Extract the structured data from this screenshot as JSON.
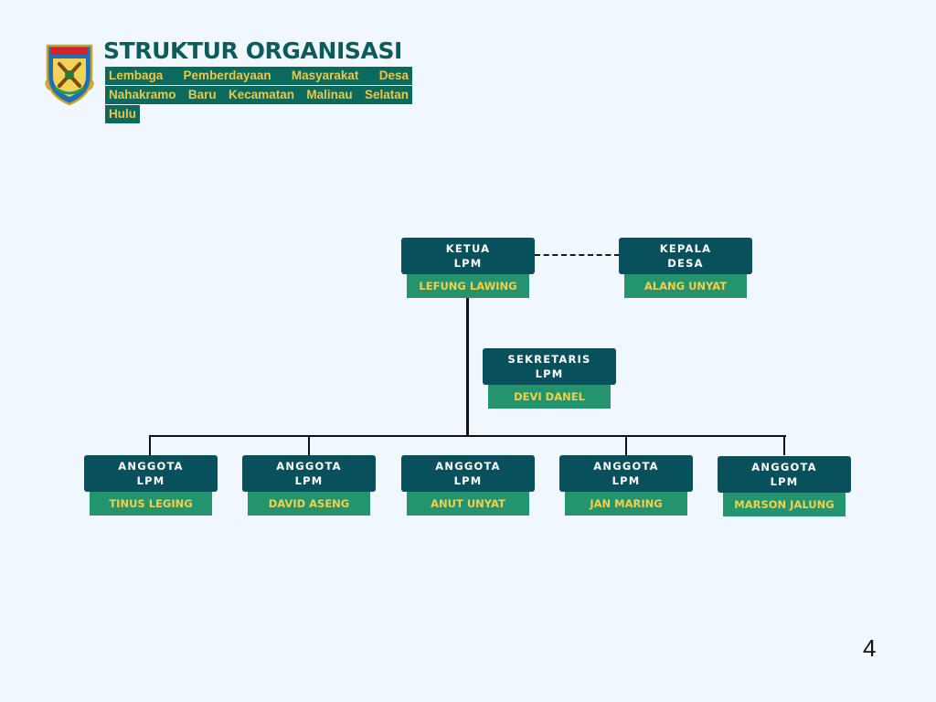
{
  "header": {
    "title": "STRUKTUR ORGANISASI",
    "subtitle_lines": [
      "Lembaga Pemberdayaan Masyarakat Desa",
      "Nahakramo Baru Kecamatan Malinau Selatan",
      "Hulu"
    ],
    "logo_icon": "regency-coat-of-arms-icon"
  },
  "org_chart": {
    "ketua": {
      "role": [
        "KETUA",
        "LPM"
      ],
      "name": "LEFUNG LAWING"
    },
    "kepala_desa": {
      "role": [
        "KEPALA",
        "DESA"
      ],
      "name": "ALANG UNYAT"
    },
    "sekretaris": {
      "role": [
        "SEKRETARIS",
        "LPM"
      ],
      "name": "DEVI DANEL"
    },
    "anggota": [
      {
        "role": [
          "ANGGOTA",
          "LPM"
        ],
        "name": "TINUS LEGING"
      },
      {
        "role": [
          "ANGGOTA",
          "LPM"
        ],
        "name": "DAVID ASENG"
      },
      {
        "role": [
          "ANGGOTA",
          "LPM"
        ],
        "name": "ANUT UNYAT"
      },
      {
        "role": [
          "ANGGOTA",
          "LPM"
        ],
        "name": "JAN MARING"
      },
      {
        "role": [
          "ANGGOTA",
          "LPM"
        ],
        "name": "MARSON JALUNG"
      }
    ]
  },
  "page_number": "4",
  "colors": {
    "background": "#f1f8fd",
    "role_box": "#07505c",
    "name_box": "#24946e",
    "name_text": "#f2d04a",
    "title": "#0d5b5a",
    "subtitle_bg": "#0b6a5e",
    "subtitle_text": "#e9c84c"
  }
}
